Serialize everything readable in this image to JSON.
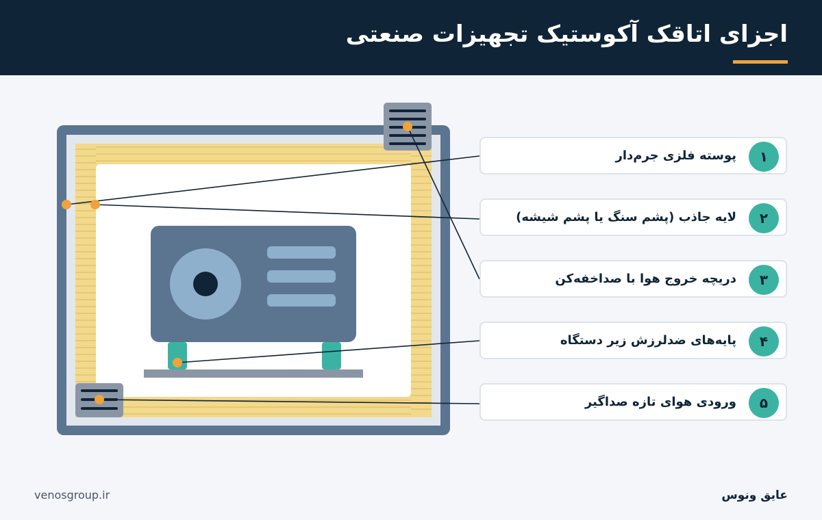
{
  "header": {
    "title": "اجزای اتاقک آکوستیک تجهیزات صنعتی",
    "bg_color": "#0f2437",
    "accent_color": "#f0a23c"
  },
  "legend": {
    "items": [
      {
        "number": "۱",
        "label": "پوسته فلزی جرم‌دار"
      },
      {
        "number": "۲",
        "label": "لایه جاذب (پشم سنگ یا پشم شیشه)"
      },
      {
        "number": "۳",
        "label": "دریچه خروج هوا با صداخفه‌کن"
      },
      {
        "number": "۴",
        "label": "پایه‌های ضدلرزش زیر دستگاه"
      },
      {
        "number": "۵",
        "label": "ورودی هوای تازه صداگیر"
      }
    ],
    "badge_color": "#3bb3a3"
  },
  "footer": {
    "website": "venosgroup.ir",
    "brand": "عایق ونوس"
  },
  "colors": {
    "shell": "#5b7591",
    "absorber": "#f3d98c",
    "machine": "#5b7591",
    "fan": "#8fb0cc",
    "marker": "#f0a23c",
    "leader_line": "#0f2437"
  }
}
